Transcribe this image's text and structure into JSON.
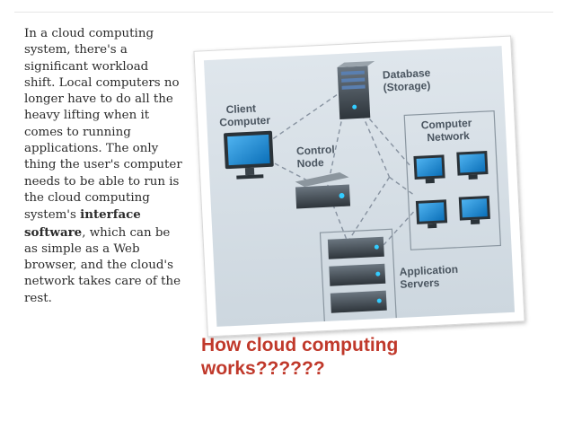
{
  "slide": {
    "body_text_before": "In a cloud computing system, there's a significant workload shift. Local computers no longer have to do all the heavy lifting when it comes to running applications. The only thing the user's computer needs to be able to run is the cloud computing system's ",
    "body_text_bold": "interface software",
    "body_text_after": ", which can be as simple as a Web browser, and the cloud's network takes care of the rest.",
    "caption_line1": "How cloud computing",
    "caption_line2": "works??????"
  },
  "diagram": {
    "client_label_1": "Client",
    "client_label_2": "Computer",
    "control_label_1": "Control",
    "control_label_2": "Node",
    "database_label_1": "Database",
    "database_label_2": "(Storage)",
    "network_label_1": "Computer",
    "network_label_2": "Network",
    "app_label_1": "Application",
    "app_label_2": "Servers"
  },
  "colors": {
    "caption": "#c0392b",
    "text": "#2b2b2b",
    "diagram_label": "#4a5560",
    "monitor_screen": "#1f8fd6"
  }
}
